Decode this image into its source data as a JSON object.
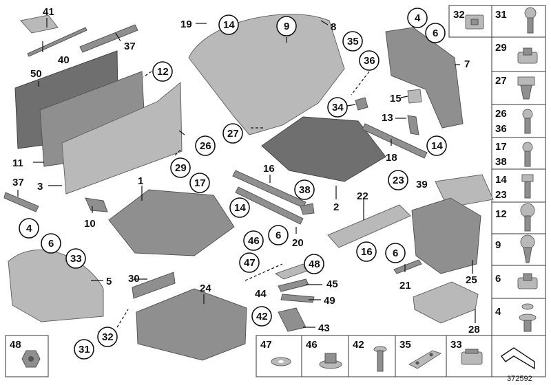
{
  "diagram": {
    "document_number": "372592",
    "callouts": {
      "c41": "41",
      "c40": "40",
      "c37a": "37",
      "c50": "50",
      "c12a": "12",
      "c11": "11",
      "c3": "3",
      "c37b": "37",
      "c10": "10",
      "c1": "1",
      "c26": "26",
      "c29": "29",
      "c17": "17",
      "c27": "27",
      "c19": "19",
      "c14a": "14",
      "c9": "9",
      "c8": "8",
      "c35": "35",
      "c36": "36",
      "c34": "34",
      "c4a": "4",
      "c6a": "6",
      "c7": "7",
      "c15": "15",
      "c13": "13",
      "c14b": "14",
      "c18": "18",
      "c16a": "16",
      "c14c": "14",
      "c38": "38",
      "c2": "2",
      "c6b": "6",
      "c46a": "46",
      "c20": "20",
      "c22": "22",
      "c23": "23",
      "c39": "39",
      "c16b": "16",
      "c6c": "6",
      "c21": "21",
      "c25": "25",
      "c47a": "47",
      "c48a": "48",
      "c45": "45",
      "c44": "44",
      "c49": "49",
      "c42a": "42",
      "c43": "43",
      "c28": "28",
      "c4b": "4",
      "c6d": "6",
      "c33a": "33",
      "c5": "5",
      "c30": "30",
      "c24": "24",
      "c32a": "32",
      "c31a": "31"
    },
    "fastener_column": [
      "32",
      "31",
      "29",
      "27",
      "26",
      "36",
      "17",
      "38",
      "14",
      "23",
      "12",
      "9",
      "6",
      "4"
    ],
    "bottom_row": [
      "48",
      "47",
      "46",
      "42",
      "35",
      "33"
    ]
  }
}
